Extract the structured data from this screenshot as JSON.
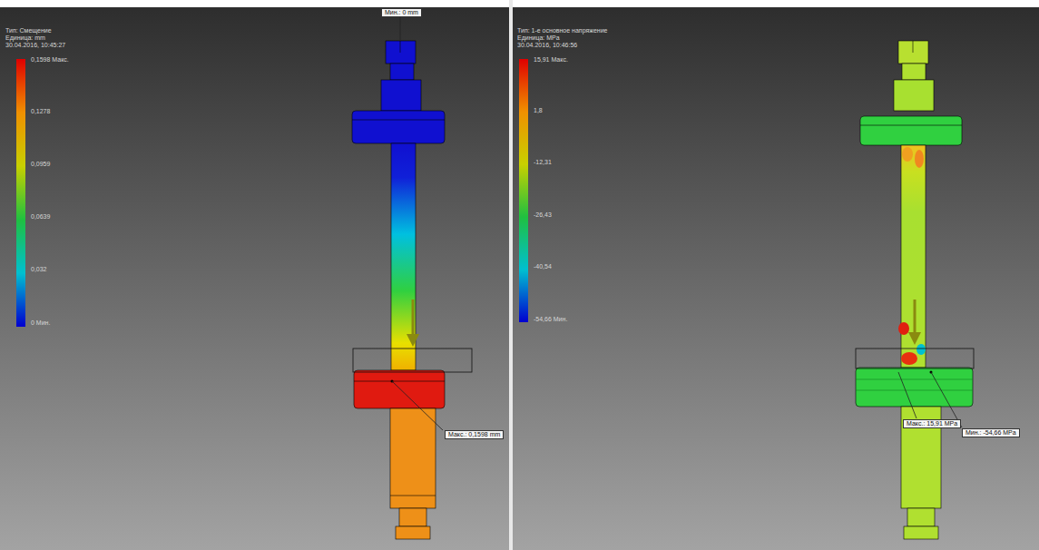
{
  "diagram": {
    "labels": [
      "Тип: Смещение",
      "Единица: mm",
      "30.04.2016, 10:45:27",
      "0,1598 Макс.",
      "0,1278",
      "0,0959",
      "0,0639",
      "0,032",
      "0 Мин.",
      "Мин.: 0 mm",
      "Макс.: 0,1598 mm",
      "Тип: 1-е основное напряжение",
      "Единица: MPa",
      "30.04.2016, 10:46:56",
      "15,91 Макс.",
      "1,8",
      "-12,31",
      "-26,43",
      "-40,54",
      "-54,66 Мин.",
      "Макс.: 15,91 MPa",
      "Мин.: -54,66 MPa"
    ]
  }
}
